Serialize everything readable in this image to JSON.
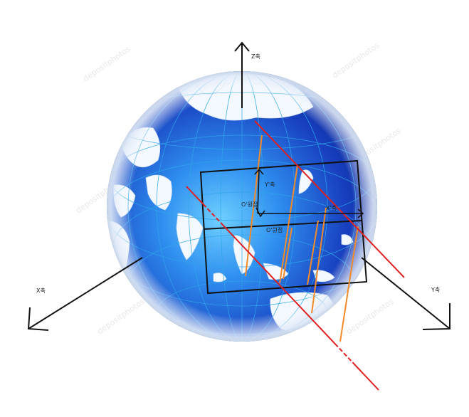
{
  "axes": {
    "z_label": "Z축",
    "x_label": "X축",
    "y_label": "Y축"
  },
  "plane": {
    "y_prime_label": "Y'축",
    "x_prime_label": "X'축",
    "origin_label": "O'원점",
    "origin_label_2": "O'원점"
  },
  "watermark": {
    "text": "depositphotos"
  },
  "colors": {
    "ocean": "#1a4fc9",
    "ocean_light": "#4aa0ff",
    "land": "#f4f8ff",
    "grid": "#2fa6e8",
    "projection_red": "#e02020",
    "projection_orange": "#f28a2a",
    "axis": "#111111"
  }
}
